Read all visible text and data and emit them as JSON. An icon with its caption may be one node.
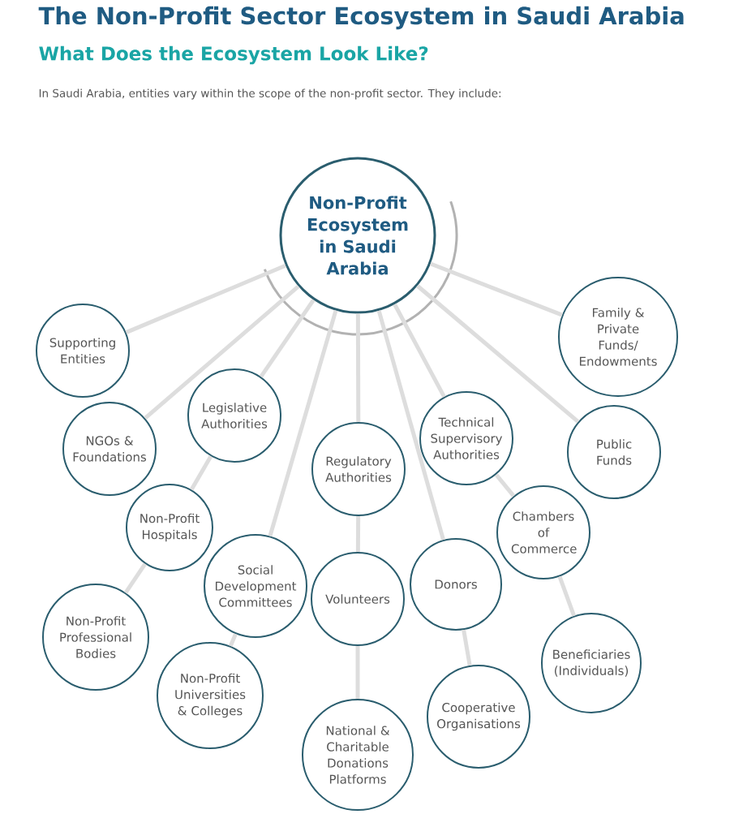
{
  "diagram": {
    "title": "The Non-Profit Sector Ecosystem in Saudi Arabia",
    "nodes": [
      {
        "text": [
          "Non-Profit Ecosystem in Saudi Arabia"
        ]
      },
      {
        "text": [
          "Supporting Entities"
        ]
      },
      {
        "text": [
          "NGOs & Foundations"
        ]
      },
      {
        "text": [
          "Legislative Authorities"
        ]
      },
      {
        "text": [
          "Regulatory Authorities"
        ]
      },
      {
        "text": [
          "Technical Supervisory Authorities"
        ]
      },
      {
        "text": [
          "Family & Private Funds/ Endowments"
        ]
      },
      {
        "text": [
          "Public Funds"
        ]
      },
      {
        "text": [
          "Non-Profit Hospitals"
        ]
      },
      {
        "text": [
          "Social Development Committees"
        ]
      },
      {
        "text": [
          "Volunteers"
        ]
      },
      {
        "text": [
          "Donors"
        ]
      },
      {
        "text": [
          "Chambers of Commerce"
        ]
      },
      {
        "text": [
          "Non-Profit Professional Bodies"
        ]
      },
      {
        "text": [
          "Non-Profit Universities & Colleges"
        ]
      },
      {
        "text": [
          "National & Charitable Donations Platforms"
        ]
      },
      {
        "text": [
          "Cooperative Organisations"
        ]
      },
      {
        "text": [
          "Beneficiaries (Individuals)"
        ]
      }
    ],
    "edges": [
      {
        "from": 0,
        "to": 1,
        "arrow": "none"
      },
      {
        "from": 0,
        "to": 2,
        "arrow": "none"
      },
      {
        "from": 0,
        "to": 3,
        "arrow": "none"
      },
      {
        "from": 0,
        "to": 9,
        "arrow": "none"
      },
      {
        "from": 0,
        "to": 4,
        "arrow": "none"
      },
      {
        "from": 0,
        "to": 11,
        "arrow": "none"
      },
      {
        "from": 0,
        "to": 5,
        "arrow": "none"
      },
      {
        "from": 0,
        "to": 7,
        "arrow": "none"
      },
      {
        "from": 0,
        "to": 6,
        "arrow": "none"
      },
      {
        "from": 3,
        "to": 8,
        "arrow": "none"
      },
      {
        "from": 8,
        "to": 13,
        "arrow": "none"
      },
      {
        "from": 9,
        "to": 14,
        "arrow": "none"
      },
      {
        "from": 4,
        "to": 10,
        "arrow": "none"
      },
      {
        "from": 10,
        "to": 15,
        "arrow": "none"
      },
      {
        "from": 11,
        "to": 16,
        "arrow": "none"
      },
      {
        "from": 5,
        "to": 12,
        "arrow": "none"
      },
      {
        "from": 12,
        "to": 17,
        "arrow": "none"
      }
    ],
    "labels": [
      "What Does the Ecosystem Look Like?",
      "In Saudi Arabia, entities vary within the scope of the non-profit sector. They include:"
    ]
  }
}
